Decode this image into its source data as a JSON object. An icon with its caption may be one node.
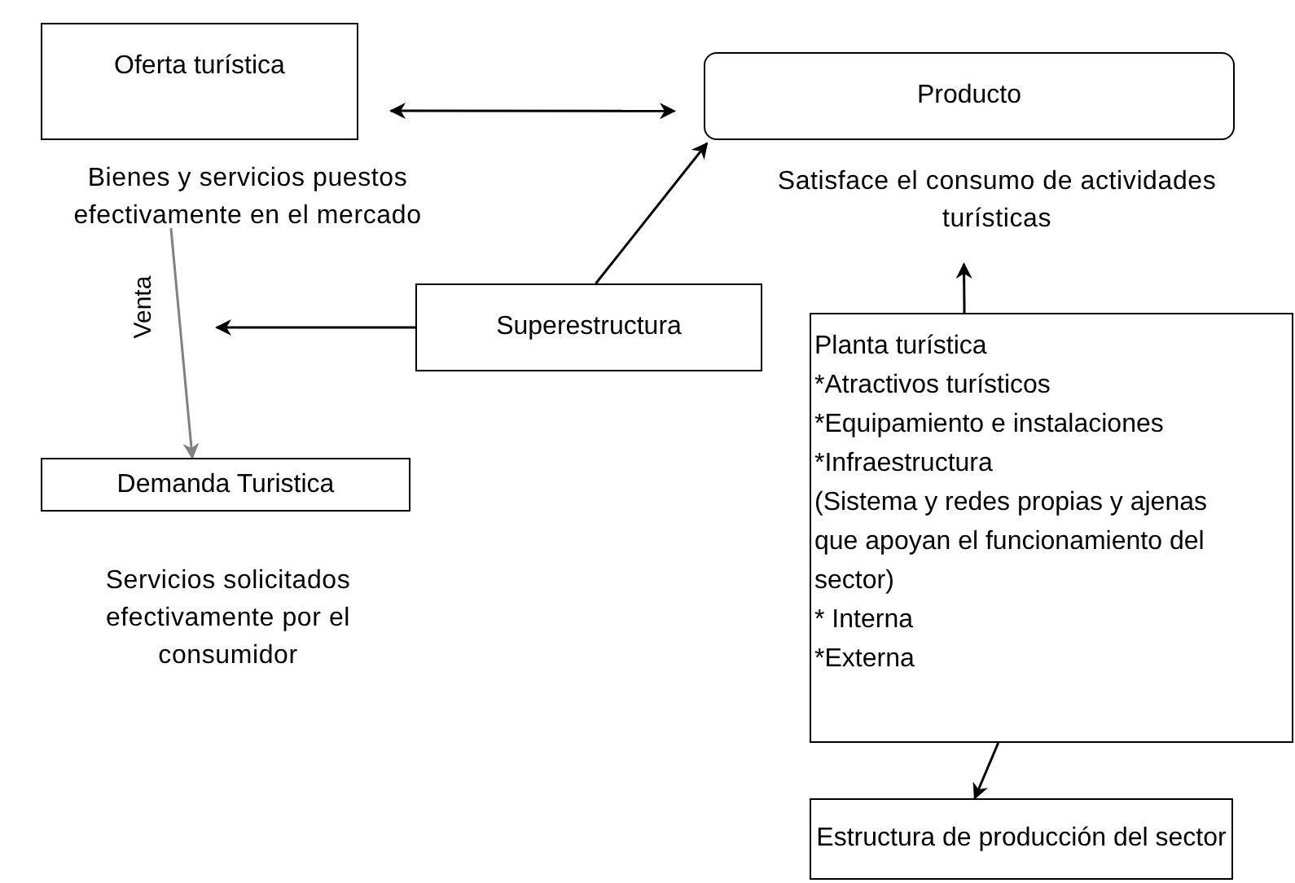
{
  "diagram": {
    "nodes": [
      {
        "text": [
          "Oferta turística"
        ],
        "beside": [
          "Bienes y servicios puestos efectivamente en el mercado"
        ]
      },
      {
        "text": [
          "Producto"
        ],
        "beside": [
          "Satisface el consumo de actividades turísticas"
        ]
      },
      {
        "text": [
          "Superestructura"
        ]
      },
      {
        "text": [
          "Demanda Turistica"
        ],
        "beside": [
          "Servicios solicitados efectivamente  por el consumidor"
        ]
      },
      {
        "text": [
          "Planta turística",
          "*Atractivos  turísticos",
          "*Equipamiento e instalaciones",
          "*Infraestructura",
          "(Sistema  y redes propias y ajenas que apoyan el funcionamiento  del sector)",
          "* Interna",
          "*Externa"
        ]
      },
      {
        "text": [
          "Estructura de producción del sector"
        ]
      }
    ],
    "edges": [
      {
        "from": 0,
        "to": 1,
        "arrow": "both"
      },
      {
        "from": 2,
        "to": 1,
        "arrow": "to"
      },
      {
        "from": 0,
        "to": 3,
        "arrow": "to",
        "label": "Venta",
        "color": "#808080"
      },
      {
        "from": 2,
        "to": null,
        "arrow": "to"
      },
      {
        "from": 4,
        "to": 1,
        "arrow": "to"
      },
      {
        "from": 4,
        "to": 5,
        "arrow": "to"
      }
    ]
  }
}
